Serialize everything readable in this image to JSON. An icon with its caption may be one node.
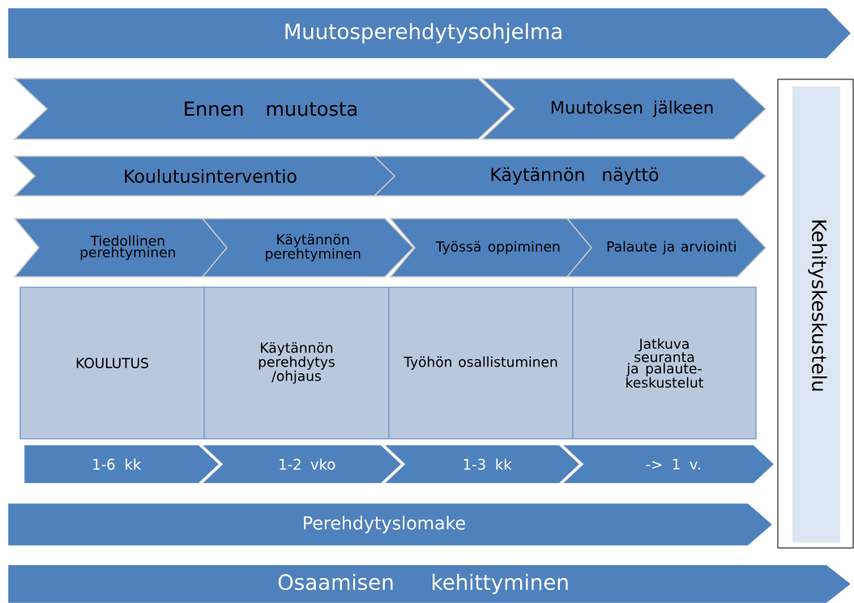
{
  "diagram": {
    "nodes": [
      {
        "text": [
          "Muutosperehdytysohjelma"
        ]
      },
      {
        "text": [
          "Ennen muutosta"
        ]
      },
      {
        "text": [
          "Muutoksen jälkeen"
        ]
      },
      {
        "text": [
          "Koulutusinterventio"
        ]
      },
      {
        "text": [
          "Käytännön näyttö"
        ]
      },
      {
        "text": [
          "Tiedollinen perehtyminen"
        ]
      },
      {
        "text": [
          "Käytännön perehtyminen"
        ]
      },
      {
        "text": [
          "Työssä oppiminen"
        ]
      },
      {
        "text": [
          "Palaute ja arviointi"
        ]
      },
      {
        "text": [
          "KOULUTUS"
        ]
      },
      {
        "text": [
          "Käytännön perehdytys /ohjaus"
        ]
      },
      {
        "text": [
          "Työhön osallistuminen"
        ]
      },
      {
        "text": [
          "Jatkuva seuranta ja palaute- keskustelut"
        ]
      },
      {
        "text": [
          "1-6 kk"
        ]
      },
      {
        "text": [
          "1-2 vko"
        ]
      },
      {
        "text": [
          "1-3 kk"
        ]
      },
      {
        "text": [
          "-> 1 v."
        ]
      },
      {
        "text": [
          "Perehdytyslomake"
        ]
      },
      {
        "text": [
          "Kehityskeskustelu"
        ]
      },
      {
        "text": [
          "Osaamisen kehittyminen"
        ]
      }
    ]
  }
}
